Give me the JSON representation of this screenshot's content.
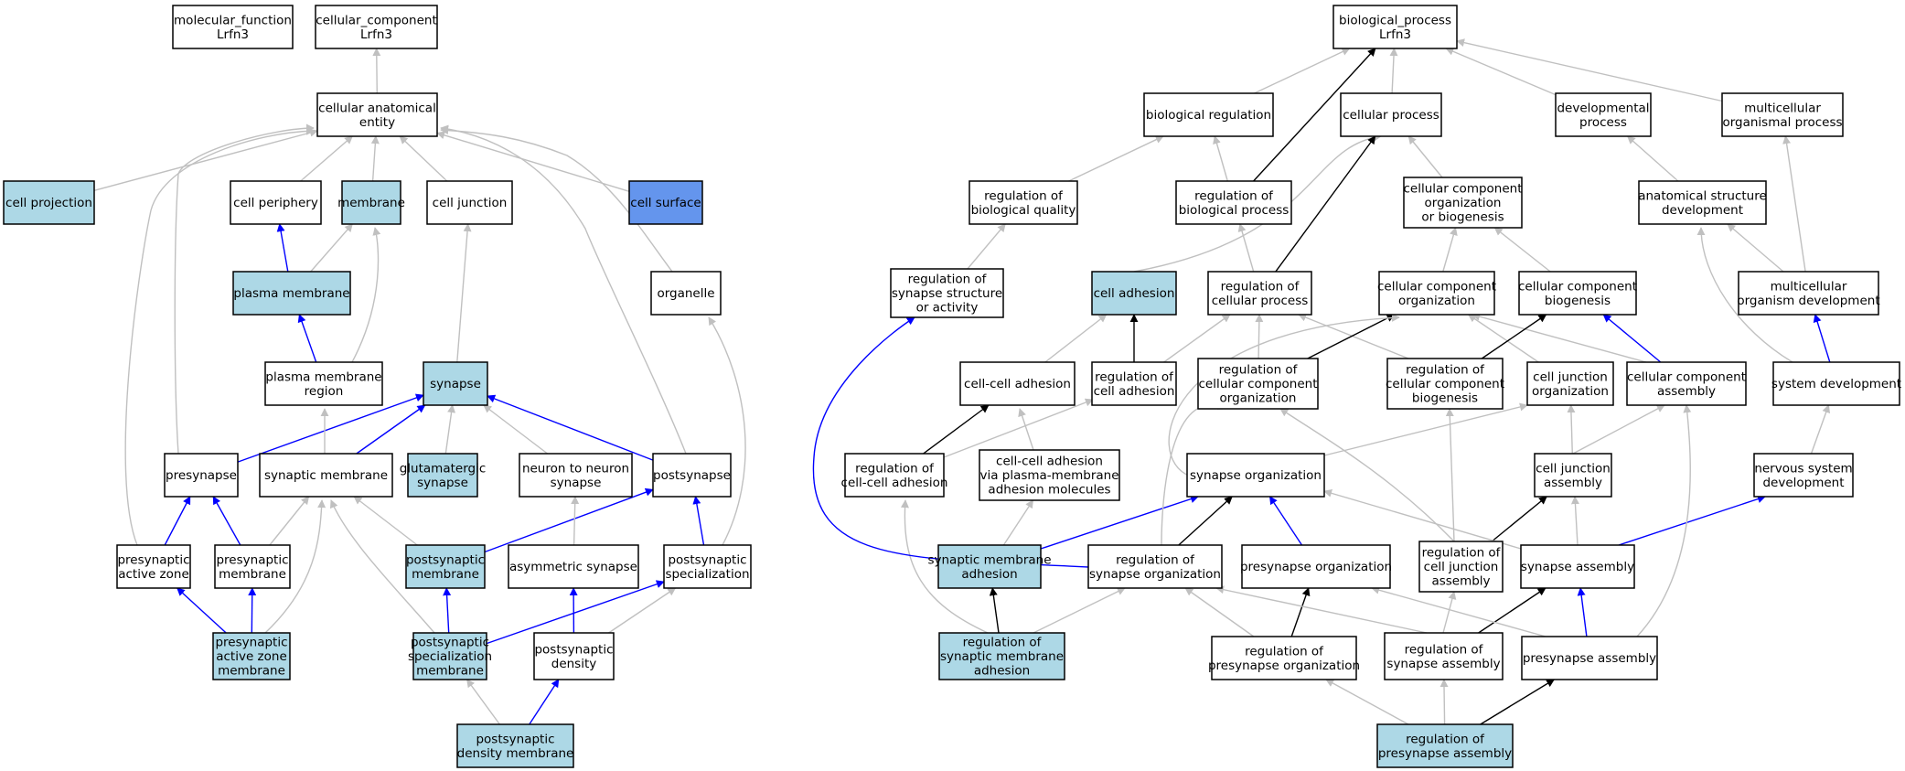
{
  "colors": {
    "plain": "#ffffff",
    "light": "#add8e6",
    "dark": "#6495ed",
    "gray_edge": "#c0c0c0",
    "blue_edge": "#0000ff",
    "black_edge": "#000000"
  },
  "nodes": [
    {
      "id": "mf",
      "name": "node-molecular-function",
      "fill": "plain",
      "lines": [
        "molecular_function",
        "Lrfn3"
      ]
    },
    {
      "id": "cc",
      "name": "node-cellular-component",
      "fill": "plain",
      "lines": [
        "cellular_component",
        "Lrfn3"
      ]
    },
    {
      "id": "cae",
      "name": "node-cellular-anatomical-entity",
      "fill": "plain",
      "lines": [
        "cellular anatomical",
        "entity"
      ]
    },
    {
      "id": "cproj",
      "name": "node-cell-projection",
      "fill": "light",
      "lines": [
        "cell projection"
      ]
    },
    {
      "id": "cper",
      "name": "node-cell-periphery",
      "fill": "plain",
      "lines": [
        "cell periphery"
      ]
    },
    {
      "id": "memb",
      "name": "node-membrane",
      "fill": "light",
      "lines": [
        "membrane"
      ]
    },
    {
      "id": "cjunc",
      "name": "node-cell-junction",
      "fill": "plain",
      "lines": [
        "cell junction"
      ]
    },
    {
      "id": "csurf",
      "name": "node-cell-surface",
      "fill": "dark",
      "lines": [
        "cell surface"
      ]
    },
    {
      "id": "pm",
      "name": "node-plasma-membrane",
      "fill": "light",
      "lines": [
        "plasma membrane"
      ]
    },
    {
      "id": "organ",
      "name": "node-organelle",
      "fill": "plain",
      "lines": [
        "organelle"
      ]
    },
    {
      "id": "pmr",
      "name": "node-plasma-membrane-region",
      "fill": "plain",
      "lines": [
        "plasma membrane",
        "region"
      ]
    },
    {
      "id": "syn",
      "name": "node-synapse",
      "fill": "light",
      "lines": [
        "synapse"
      ]
    },
    {
      "id": "presyn",
      "name": "node-presynapse",
      "fill": "plain",
      "lines": [
        "presynapse"
      ]
    },
    {
      "id": "synmem",
      "name": "node-synaptic-membrane",
      "fill": "plain",
      "lines": [
        "synaptic membrane"
      ]
    },
    {
      "id": "gluta",
      "name": "node-glutamatergic-synapse",
      "fill": "light",
      "lines": [
        "glutamatergic",
        "synapse"
      ]
    },
    {
      "id": "n2n",
      "name": "node-neuron-to-neuron-synapse",
      "fill": "plain",
      "lines": [
        "neuron to neuron",
        "synapse"
      ]
    },
    {
      "id": "postsyn",
      "name": "node-postsynapse",
      "fill": "plain",
      "lines": [
        "postsynapse"
      ]
    },
    {
      "id": "paz",
      "name": "node-presynaptic-active-zone",
      "fill": "plain",
      "lines": [
        "presynaptic",
        "active zone"
      ]
    },
    {
      "id": "presynmem",
      "name": "node-presynaptic-membrane",
      "fill": "plain",
      "lines": [
        "presynaptic",
        "membrane"
      ]
    },
    {
      "id": "postsynmem",
      "name": "node-postsynaptic-membrane",
      "fill": "light",
      "lines": [
        "postsynaptic",
        "membrane"
      ]
    },
    {
      "id": "asym",
      "name": "node-asymmetric-synapse",
      "fill": "plain",
      "lines": [
        "asymmetric synapse"
      ]
    },
    {
      "id": "psspec",
      "name": "node-postsynaptic-specialization",
      "fill": "plain",
      "lines": [
        "postsynaptic",
        "specialization"
      ]
    },
    {
      "id": "pazm",
      "name": "node-presynaptic-active-zone-membrane",
      "fill": "light",
      "lines": [
        "presynaptic",
        "active zone",
        "membrane"
      ]
    },
    {
      "id": "pssm",
      "name": "node-postsynaptic-specialization-membrane",
      "fill": "light",
      "lines": [
        "postsynaptic",
        "specialization",
        "membrane"
      ]
    },
    {
      "id": "psd",
      "name": "node-postsynaptic-density",
      "fill": "plain",
      "lines": [
        "postsynaptic",
        "density"
      ]
    },
    {
      "id": "psdm",
      "name": "node-postsynaptic-density-membrane",
      "fill": "light",
      "lines": [
        "postsynaptic",
        "density membrane"
      ]
    },
    {
      "id": "bp",
      "name": "node-biological-process",
      "fill": "plain",
      "lines": [
        "biological_process",
        "Lrfn3"
      ]
    },
    {
      "id": "breg",
      "name": "node-biological-regulation",
      "fill": "plain",
      "lines": [
        "biological regulation"
      ]
    },
    {
      "id": "cproc",
      "name": "node-cellular-process",
      "fill": "plain",
      "lines": [
        "cellular process"
      ]
    },
    {
      "id": "devp",
      "name": "node-developmental-process",
      "fill": "plain",
      "lines": [
        "developmental",
        "process"
      ]
    },
    {
      "id": "multi",
      "name": "node-multicellular-organismal-process",
      "fill": "plain",
      "lines": [
        "multicellular",
        "organismal process"
      ]
    },
    {
      "id": "rbq",
      "name": "node-regulation-of-biological-quality",
      "fill": "plain",
      "lines": [
        "regulation of",
        "biological quality"
      ]
    },
    {
      "id": "rbp",
      "name": "node-regulation-of-biological-process",
      "fill": "plain",
      "lines": [
        "regulation of",
        "biological process"
      ]
    },
    {
      "id": "ccob",
      "name": "node-cellular-component-organization-or-biogenesis",
      "fill": "plain",
      "lines": [
        "cellular component",
        "organization",
        "or biogenesis"
      ]
    },
    {
      "id": "asd",
      "name": "node-anatomical-structure-development",
      "fill": "plain",
      "lines": [
        "anatomical structure",
        "development"
      ]
    },
    {
      "id": "rssa",
      "name": "node-regulation-of-synapse-structure-or-activity",
      "fill": "plain",
      "lines": [
        "regulation of",
        "synapse structure",
        "or activity"
      ]
    },
    {
      "id": "cadh",
      "name": "node-cell-adhesion",
      "fill": "light",
      "lines": [
        "cell adhesion"
      ]
    },
    {
      "id": "rcp",
      "name": "node-regulation-of-cellular-process",
      "fill": "plain",
      "lines": [
        "regulation of",
        "cellular process"
      ]
    },
    {
      "id": "cco",
      "name": "node-cellular-component-organization",
      "fill": "plain",
      "lines": [
        "cellular component",
        "organization"
      ]
    },
    {
      "id": "ccb",
      "name": "node-cellular-component-biogenesis",
      "fill": "plain",
      "lines": [
        "cellular component",
        "biogenesis"
      ]
    },
    {
      "id": "mod",
      "name": "node-multicellular-organism-development",
      "fill": "plain",
      "lines": [
        "multicellular",
        "organism development"
      ]
    },
    {
      "id": "ccadh",
      "name": "node-cell-cell-adhesion",
      "fill": "plain",
      "lines": [
        "cell-cell adhesion"
      ]
    },
    {
      "id": "rca",
      "name": "node-regulation-of-cell-adhesion",
      "fill": "plain",
      "lines": [
        "regulation of",
        "cell adhesion"
      ]
    },
    {
      "id": "rcco",
      "name": "node-regulation-of-cellular-component-organization",
      "fill": "plain",
      "lines": [
        "regulation of",
        "cellular component",
        "organization"
      ]
    },
    {
      "id": "rccb",
      "name": "node-regulation-of-cellular-component-biogenesis",
      "fill": "plain",
      "lines": [
        "regulation of",
        "cellular component",
        "biogenesis"
      ]
    },
    {
      "id": "cjo",
      "name": "node-cell-junction-organization",
      "fill": "plain",
      "lines": [
        "cell junction",
        "organization"
      ]
    },
    {
      "id": "cca",
      "name": "node-cellular-component-assembly",
      "fill": "plain",
      "lines": [
        "cellular component",
        "assembly"
      ]
    },
    {
      "id": "sysdev",
      "name": "node-system-development",
      "fill": "plain",
      "lines": [
        "system development"
      ]
    },
    {
      "id": "rcca",
      "name": "node-regulation-of-cell-cell-adhesion",
      "fill": "plain",
      "lines": [
        "regulation of",
        "cell-cell adhesion"
      ]
    },
    {
      "id": "ccapm",
      "name": "node-cell-cell-adhesion-via-plasma-membrane-adhesion-molecules",
      "fill": "plain",
      "lines": [
        "cell-cell adhesion",
        "via plasma-membrane",
        "adhesion molecules"
      ]
    },
    {
      "id": "synorg",
      "name": "node-synapse-organization",
      "fill": "plain",
      "lines": [
        "synapse organization"
      ]
    },
    {
      "id": "cja",
      "name": "node-cell-junction-assembly",
      "fill": "plain",
      "lines": [
        "cell junction",
        "assembly"
      ]
    },
    {
      "id": "nsd",
      "name": "node-nervous-system-development",
      "fill": "plain",
      "lines": [
        "nervous system",
        "development"
      ]
    },
    {
      "id": "sma",
      "name": "node-synaptic-membrane-adhesion",
      "fill": "light",
      "lines": [
        "synaptic membrane",
        "adhesion"
      ]
    },
    {
      "id": "rso",
      "name": "node-regulation-of-synapse-organization",
      "fill": "plain",
      "lines": [
        "regulation of",
        "synapse organization"
      ]
    },
    {
      "id": "preorg",
      "name": "node-presynapse-organization",
      "fill": "plain",
      "lines": [
        "presynapse organization"
      ]
    },
    {
      "id": "rcja",
      "name": "node-regulation-of-cell-junction-assembly",
      "fill": "plain",
      "lines": [
        "regulation of",
        "cell junction",
        "assembly"
      ]
    },
    {
      "id": "sasm",
      "name": "node-synapse-assembly",
      "fill": "plain",
      "lines": [
        "synapse assembly"
      ]
    },
    {
      "id": "rsma",
      "name": "node-regulation-of-synaptic-membrane-adhesion",
      "fill": "light",
      "lines": [
        "regulation of",
        "synaptic membrane",
        "adhesion"
      ]
    },
    {
      "id": "rpo",
      "name": "node-regulation-of-presynapse-organization",
      "fill": "plain",
      "lines": [
        "regulation of",
        "presynapse organization"
      ]
    },
    {
      "id": "rsa",
      "name": "node-regulation-of-synapse-assembly",
      "fill": "plain",
      "lines": [
        "regulation of",
        "synapse assembly"
      ]
    },
    {
      "id": "pasm",
      "name": "node-presynapse-assembly",
      "fill": "plain",
      "lines": [
        "presynapse assembly"
      ]
    },
    {
      "id": "rpa",
      "name": "node-regulation-of-presynapse-assembly",
      "fill": "light",
      "lines": [
        "regulation of",
        "presynapse assembly"
      ]
    }
  ],
  "edges": [
    {
      "from": "cae",
      "to": "cc",
      "kind": "gray"
    },
    {
      "from": "cproj",
      "to": "cae",
      "kind": "gray"
    },
    {
      "from": "cper",
      "to": "cae",
      "kind": "gray"
    },
    {
      "from": "memb",
      "to": "cae",
      "kind": "gray"
    },
    {
      "from": "cjunc",
      "to": "cae",
      "kind": "gray"
    },
    {
      "from": "csurf",
      "to": "cae",
      "kind": "gray"
    },
    {
      "from": "organ",
      "to": "cae",
      "kind": "gray"
    },
    {
      "from": "presyn",
      "to": "cae",
      "kind": "gray"
    },
    {
      "from": "postsyn",
      "to": "cae",
      "kind": "gray"
    },
    {
      "from": "paz",
      "to": "cae",
      "kind": "gray"
    },
    {
      "from": "pm",
      "to": "cper",
      "kind": "blue"
    },
    {
      "from": "pm",
      "to": "memb",
      "kind": "gray"
    },
    {
      "from": "pmr",
      "to": "memb",
      "kind": "gray"
    },
    {
      "from": "pmr",
      "to": "pm",
      "kind": "blue"
    },
    {
      "from": "syn",
      "to": "cjunc",
      "kind": "gray"
    },
    {
      "from": "presyn",
      "to": "syn",
      "kind": "blue"
    },
    {
      "from": "synmem",
      "to": "syn",
      "kind": "blue"
    },
    {
      "from": "synmem",
      "to": "pmr",
      "kind": "gray"
    },
    {
      "from": "gluta",
      "to": "syn",
      "kind": "gray"
    },
    {
      "from": "n2n",
      "to": "syn",
      "kind": "gray"
    },
    {
      "from": "postsyn",
      "to": "syn",
      "kind": "blue"
    },
    {
      "from": "paz",
      "to": "presyn",
      "kind": "blue"
    },
    {
      "from": "presynmem",
      "to": "presyn",
      "kind": "blue"
    },
    {
      "from": "presynmem",
      "to": "synmem",
      "kind": "gray"
    },
    {
      "from": "postsynmem",
      "to": "synmem",
      "kind": "gray"
    },
    {
      "from": "postsynmem",
      "to": "postsyn",
      "kind": "blue"
    },
    {
      "from": "asym",
      "to": "n2n",
      "kind": "gray"
    },
    {
      "from": "psspec",
      "to": "postsyn",
      "kind": "blue"
    },
    {
      "from": "psspec",
      "to": "organ",
      "kind": "gray"
    },
    {
      "from": "pazm",
      "to": "paz",
      "kind": "blue"
    },
    {
      "from": "pazm",
      "to": "presynmem",
      "kind": "blue"
    },
    {
      "from": "pazm",
      "to": "synmem",
      "kind": "gray"
    },
    {
      "from": "pssm",
      "to": "postsynmem",
      "kind": "blue"
    },
    {
      "from": "pssm",
      "to": "psspec",
      "kind": "blue"
    },
    {
      "from": "pssm",
      "to": "synmem",
      "kind": "gray"
    },
    {
      "from": "psd",
      "to": "asym",
      "kind": "blue"
    },
    {
      "from": "psd",
      "to": "psspec",
      "kind": "gray"
    },
    {
      "from": "psdm",
      "to": "pssm",
      "kind": "gray"
    },
    {
      "from": "psdm",
      "to": "psd",
      "kind": "blue"
    },
    {
      "from": "breg",
      "to": "bp",
      "kind": "gray"
    },
    {
      "from": "cproc",
      "to": "bp",
      "kind": "gray"
    },
    {
      "from": "devp",
      "to": "bp",
      "kind": "gray"
    },
    {
      "from": "multi",
      "to": "bp",
      "kind": "gray"
    },
    {
      "from": "rbp",
      "to": "bp",
      "kind": "black"
    },
    {
      "from": "rbq",
      "to": "breg",
      "kind": "gray"
    },
    {
      "from": "rbp",
      "to": "breg",
      "kind": "gray"
    },
    {
      "from": "ccob",
      "to": "cproc",
      "kind": "gray"
    },
    {
      "from": "cadh",
      "to": "cproc",
      "kind": "gray"
    },
    {
      "from": "rcp",
      "to": "cproc",
      "kind": "black"
    },
    {
      "from": "asd",
      "to": "devp",
      "kind": "gray"
    },
    {
      "from": "mod",
      "to": "multi",
      "kind": "gray"
    },
    {
      "from": "rssa",
      "to": "rbq",
      "kind": "gray"
    },
    {
      "from": "rcp",
      "to": "rbp",
      "kind": "gray"
    },
    {
      "from": "cco",
      "to": "ccob",
      "kind": "gray"
    },
    {
      "from": "ccb",
      "to": "ccob",
      "kind": "gray"
    },
    {
      "from": "mod",
      "to": "asd",
      "kind": "gray"
    },
    {
      "from": "sysdev",
      "to": "asd",
      "kind": "gray"
    },
    {
      "from": "ccadh",
      "to": "cadh",
      "kind": "gray"
    },
    {
      "from": "rca",
      "to": "cadh",
      "kind": "black"
    },
    {
      "from": "rca",
      "to": "rcp",
      "kind": "gray"
    },
    {
      "from": "rcco",
      "to": "rcp",
      "kind": "gray"
    },
    {
      "from": "rccb",
      "to": "rcp",
      "kind": "gray"
    },
    {
      "from": "rcco",
      "to": "cco",
      "kind": "black"
    },
    {
      "from": "cjo",
      "to": "cco",
      "kind": "gray"
    },
    {
      "from": "cca",
      "to": "cco",
      "kind": "gray"
    },
    {
      "from": "synorg",
      "to": "cco",
      "kind": "gray"
    },
    {
      "from": "rccb",
      "to": "ccb",
      "kind": "black"
    },
    {
      "from": "cca",
      "to": "ccb",
      "kind": "blue"
    },
    {
      "from": "sysdev",
      "to": "mod",
      "kind": "blue"
    },
    {
      "from": "rcca",
      "to": "ccadh",
      "kind": "black"
    },
    {
      "from": "rcca",
      "to": "rca",
      "kind": "gray"
    },
    {
      "from": "ccapm",
      "to": "ccadh",
      "kind": "gray"
    },
    {
      "from": "synorg",
      "to": "cjo",
      "kind": "gray"
    },
    {
      "from": "cja",
      "to": "cjo",
      "kind": "gray"
    },
    {
      "from": "cja",
      "to": "cca",
      "kind": "gray"
    },
    {
      "from": "nsd",
      "to": "sysdev",
      "kind": "gray"
    },
    {
      "from": "sma",
      "to": "ccapm",
      "kind": "gray"
    },
    {
      "from": "sma",
      "to": "synorg",
      "kind": "blue"
    },
    {
      "from": "rso",
      "to": "synorg",
      "kind": "black"
    },
    {
      "from": "rso",
      "to": "rcco",
      "kind": "gray"
    },
    {
      "from": "preorg",
      "to": "synorg",
      "kind": "blue"
    },
    {
      "from": "rcja",
      "to": "cja",
      "kind": "black"
    },
    {
      "from": "rcja",
      "to": "rccb",
      "kind": "gray"
    },
    {
      "from": "rcja",
      "to": "rcco",
      "kind": "gray"
    },
    {
      "from": "sasm",
      "to": "synorg",
      "kind": "gray"
    },
    {
      "from": "sasm",
      "to": "cja",
      "kind": "gray"
    },
    {
      "from": "sasm",
      "to": "nsd",
      "kind": "blue"
    },
    {
      "from": "rsma",
      "to": "sma",
      "kind": "black"
    },
    {
      "from": "rsma",
      "to": "rcca",
      "kind": "gray"
    },
    {
      "from": "rsma",
      "to": "rso",
      "kind": "gray"
    },
    {
      "from": "sma",
      "to": "rssa",
      "kind": "blue"
    },
    {
      "from": "rpo",
      "to": "preorg",
      "kind": "black"
    },
    {
      "from": "rpo",
      "to": "rso",
      "kind": "gray"
    },
    {
      "from": "rsa",
      "to": "sasm",
      "kind": "black"
    },
    {
      "from": "rsa",
      "to": "rso",
      "kind": "gray"
    },
    {
      "from": "rsa",
      "to": "rcja",
      "kind": "gray"
    },
    {
      "from": "pasm",
      "to": "sasm",
      "kind": "blue"
    },
    {
      "from": "pasm",
      "to": "preorg",
      "kind": "gray"
    },
    {
      "from": "pasm",
      "to": "cca",
      "kind": "gray"
    },
    {
      "from": "rpa",
      "to": "pasm",
      "kind": "black"
    },
    {
      "from": "rpa",
      "to": "rpo",
      "kind": "gray"
    },
    {
      "from": "rpa",
      "to": "rsa",
      "kind": "gray"
    }
  ]
}
